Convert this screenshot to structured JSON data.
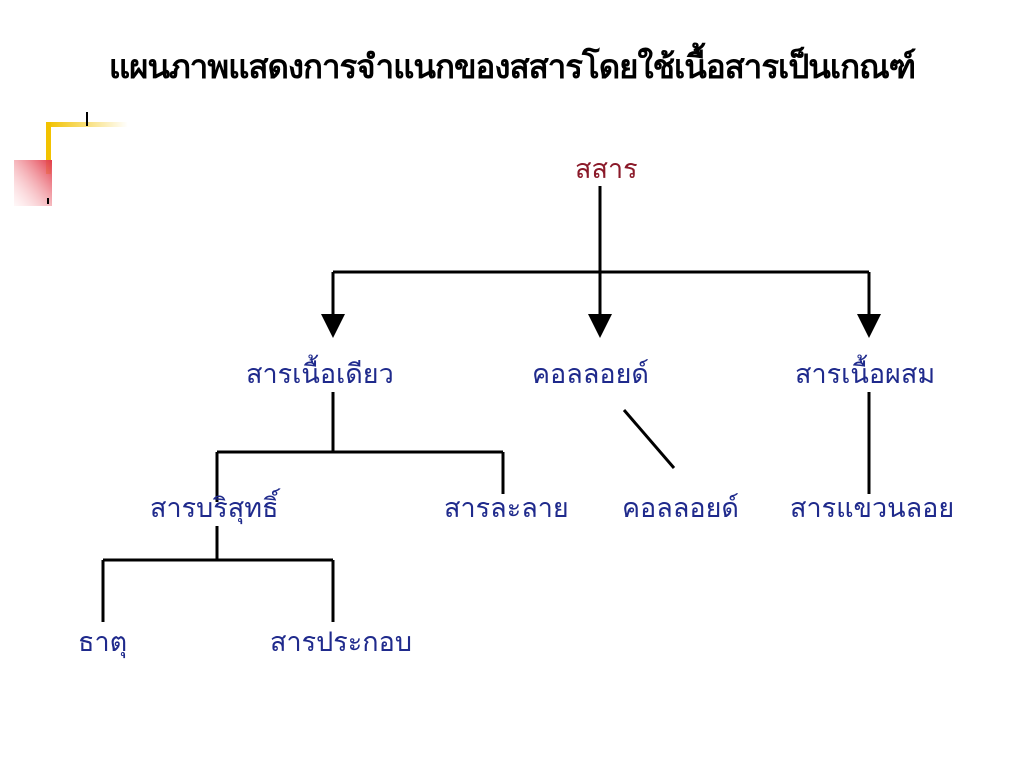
{
  "slide": {
    "title": "แผนภาพแสดงการจำแนกของสสารโดยใช้เนื้อสารเป็นเกณฑ์"
  },
  "colors": {
    "root_text": "#8b1a2a",
    "node_text": "#1f2a8c",
    "line": "#000000",
    "accent_yellow": "#f2c200",
    "accent_red": "#e23b4a"
  },
  "tree": {
    "root": "สสาร",
    "level1": {
      "homogeneous": "สารเนื้อเดียว",
      "colloid": "คอลลอยด์",
      "heterogeneous": "สารเนื้อผสม"
    },
    "level2": {
      "pure": "สารบริสุทธิ์",
      "solution": "สารละลาย",
      "colloid": "คอลลอยด์",
      "suspension": "สารแขวนลอย"
    },
    "level3": {
      "element": "ธาตุ",
      "compound": "สารประกอบ"
    }
  }
}
